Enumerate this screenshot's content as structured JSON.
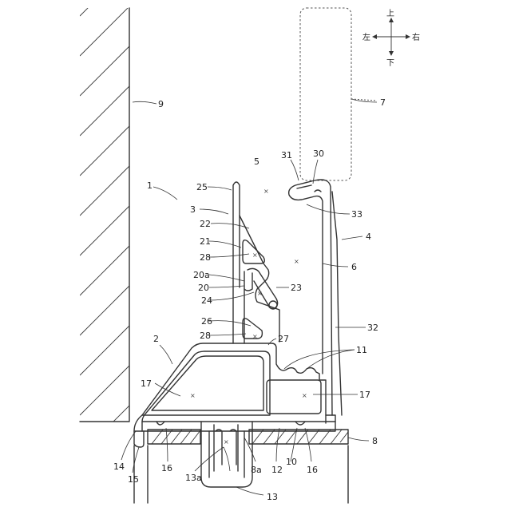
{
  "direction_indicator": {
    "up": "上",
    "down": "下",
    "left": "左",
    "right": "右"
  },
  "reference_labels": {
    "l1": "1",
    "l2": "2",
    "l3": "3",
    "l4": "4",
    "l5": "5",
    "l6": "6",
    "l7": "7",
    "l8": "8",
    "l8a": "8a",
    "l9": "9",
    "l10": "10",
    "l11": "11",
    "l12": "12",
    "l13": "13",
    "l13a": "13a",
    "l14": "14",
    "l15": "15",
    "l16a": "16",
    "l16b": "16",
    "l17a": "17",
    "l17b": "17",
    "l20": "20",
    "l20a": "20a",
    "l21": "21",
    "l22": "22",
    "l23": "23",
    "l24": "24",
    "l25": "25",
    "l26": "26",
    "l27": "27",
    "l28a": "28",
    "l28b": "28",
    "l30": "30",
    "l31": "31",
    "l32": "32",
    "l33": "33"
  }
}
